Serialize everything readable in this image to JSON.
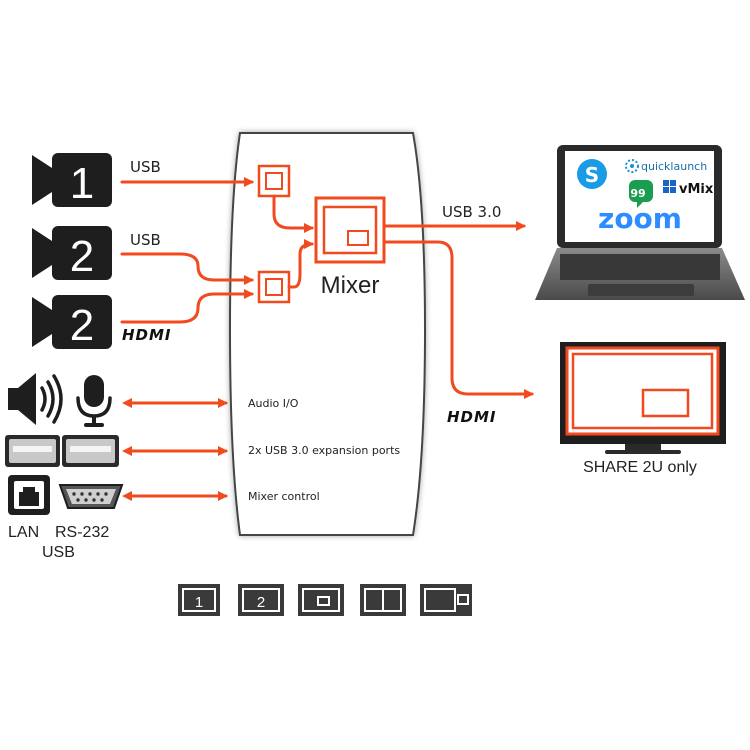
{
  "inputs": [
    {
      "number": "1",
      "port": "USB"
    },
    {
      "number": "2",
      "port": "USB"
    },
    {
      "number": "2",
      "port": "HDMI"
    }
  ],
  "mixer": {
    "label": "Mixer"
  },
  "ports": {
    "audio": "Audio I/O",
    "usb_expansion": "2x USB 3.0 expansion ports",
    "control": "Mixer control"
  },
  "outputs": {
    "usb": "USB 3.0",
    "hdmi": "HDMI",
    "monitor_caption": "SHARE 2U only"
  },
  "laptop_apps": {
    "quicklaunch": "quicklaunch",
    "vmix": "vMix",
    "zoom": "zoom"
  },
  "connectors": {
    "lan": "LAN",
    "rs232": "RS-232",
    "usb": "USB"
  },
  "layouts": {
    "layout_1": "1",
    "layout_2": "2"
  },
  "colors": {
    "accent": "#f04a1e",
    "icon_dark": "#1e1e1e",
    "usb_icon": "#1a6fd6"
  }
}
